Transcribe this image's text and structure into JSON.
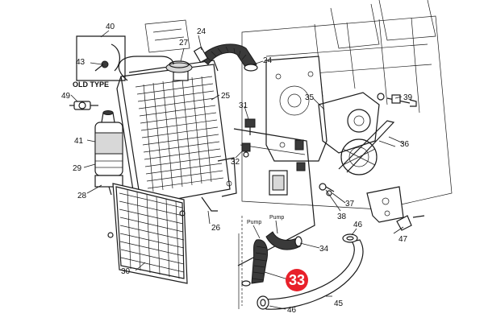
{
  "diagram": {
    "old_type_label": "OLD TYPE",
    "pump_label_left": "Pump",
    "pump_label_right": "Pump",
    "highlight": {
      "label": "33",
      "color": "#e8202a"
    },
    "callouts": {
      "c40": "40",
      "c43": "43",
      "c27": "27",
      "c24a": "24",
      "c24b": "24",
      "c49": "49",
      "c25": "25",
      "c31": "31",
      "c35": "35",
      "c39": "39",
      "c41": "41",
      "c29": "29",
      "c28": "28",
      "c32": "32",
      "c36": "36",
      "c37": "37",
      "c38": "38",
      "c26": "26",
      "c46a": "46",
      "c47": "47",
      "c34": "34",
      "c30": "30",
      "c45": "45",
      "c46b": "46"
    }
  }
}
